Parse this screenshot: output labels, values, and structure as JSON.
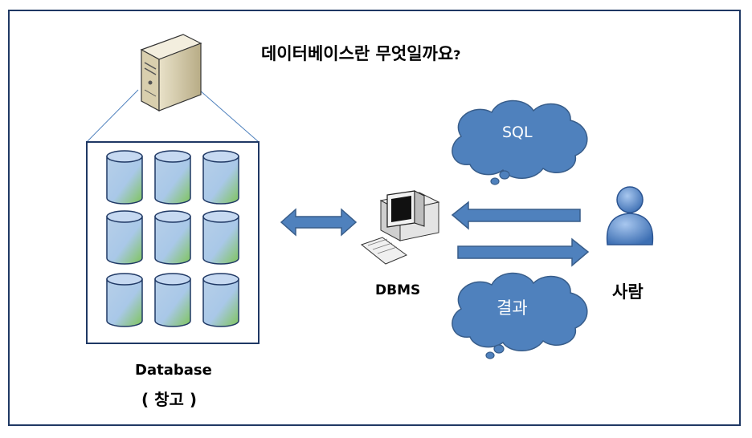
{
  "title": {
    "main": "데이터베이스란 무엇일까요",
    "mark": "?"
  },
  "database": {
    "label": "Database",
    "sublabel": "( 창고 )"
  },
  "dbms": {
    "label": "DBMS"
  },
  "person": {
    "label": "사람"
  },
  "clouds": {
    "request": "SQL",
    "response": "결과"
  },
  "icons": [
    "server-icon",
    "database-cylinder-icon",
    "computer-icon",
    "person-icon"
  ],
  "colors": {
    "frame": "#1f3864",
    "cloud": "#4f81bd",
    "arrow": "#4f81bd",
    "cylinder_top": "#c6d9f1",
    "cylinder_fill": "#9dc3e6",
    "cylinder_accent": "#8cc63f"
  }
}
